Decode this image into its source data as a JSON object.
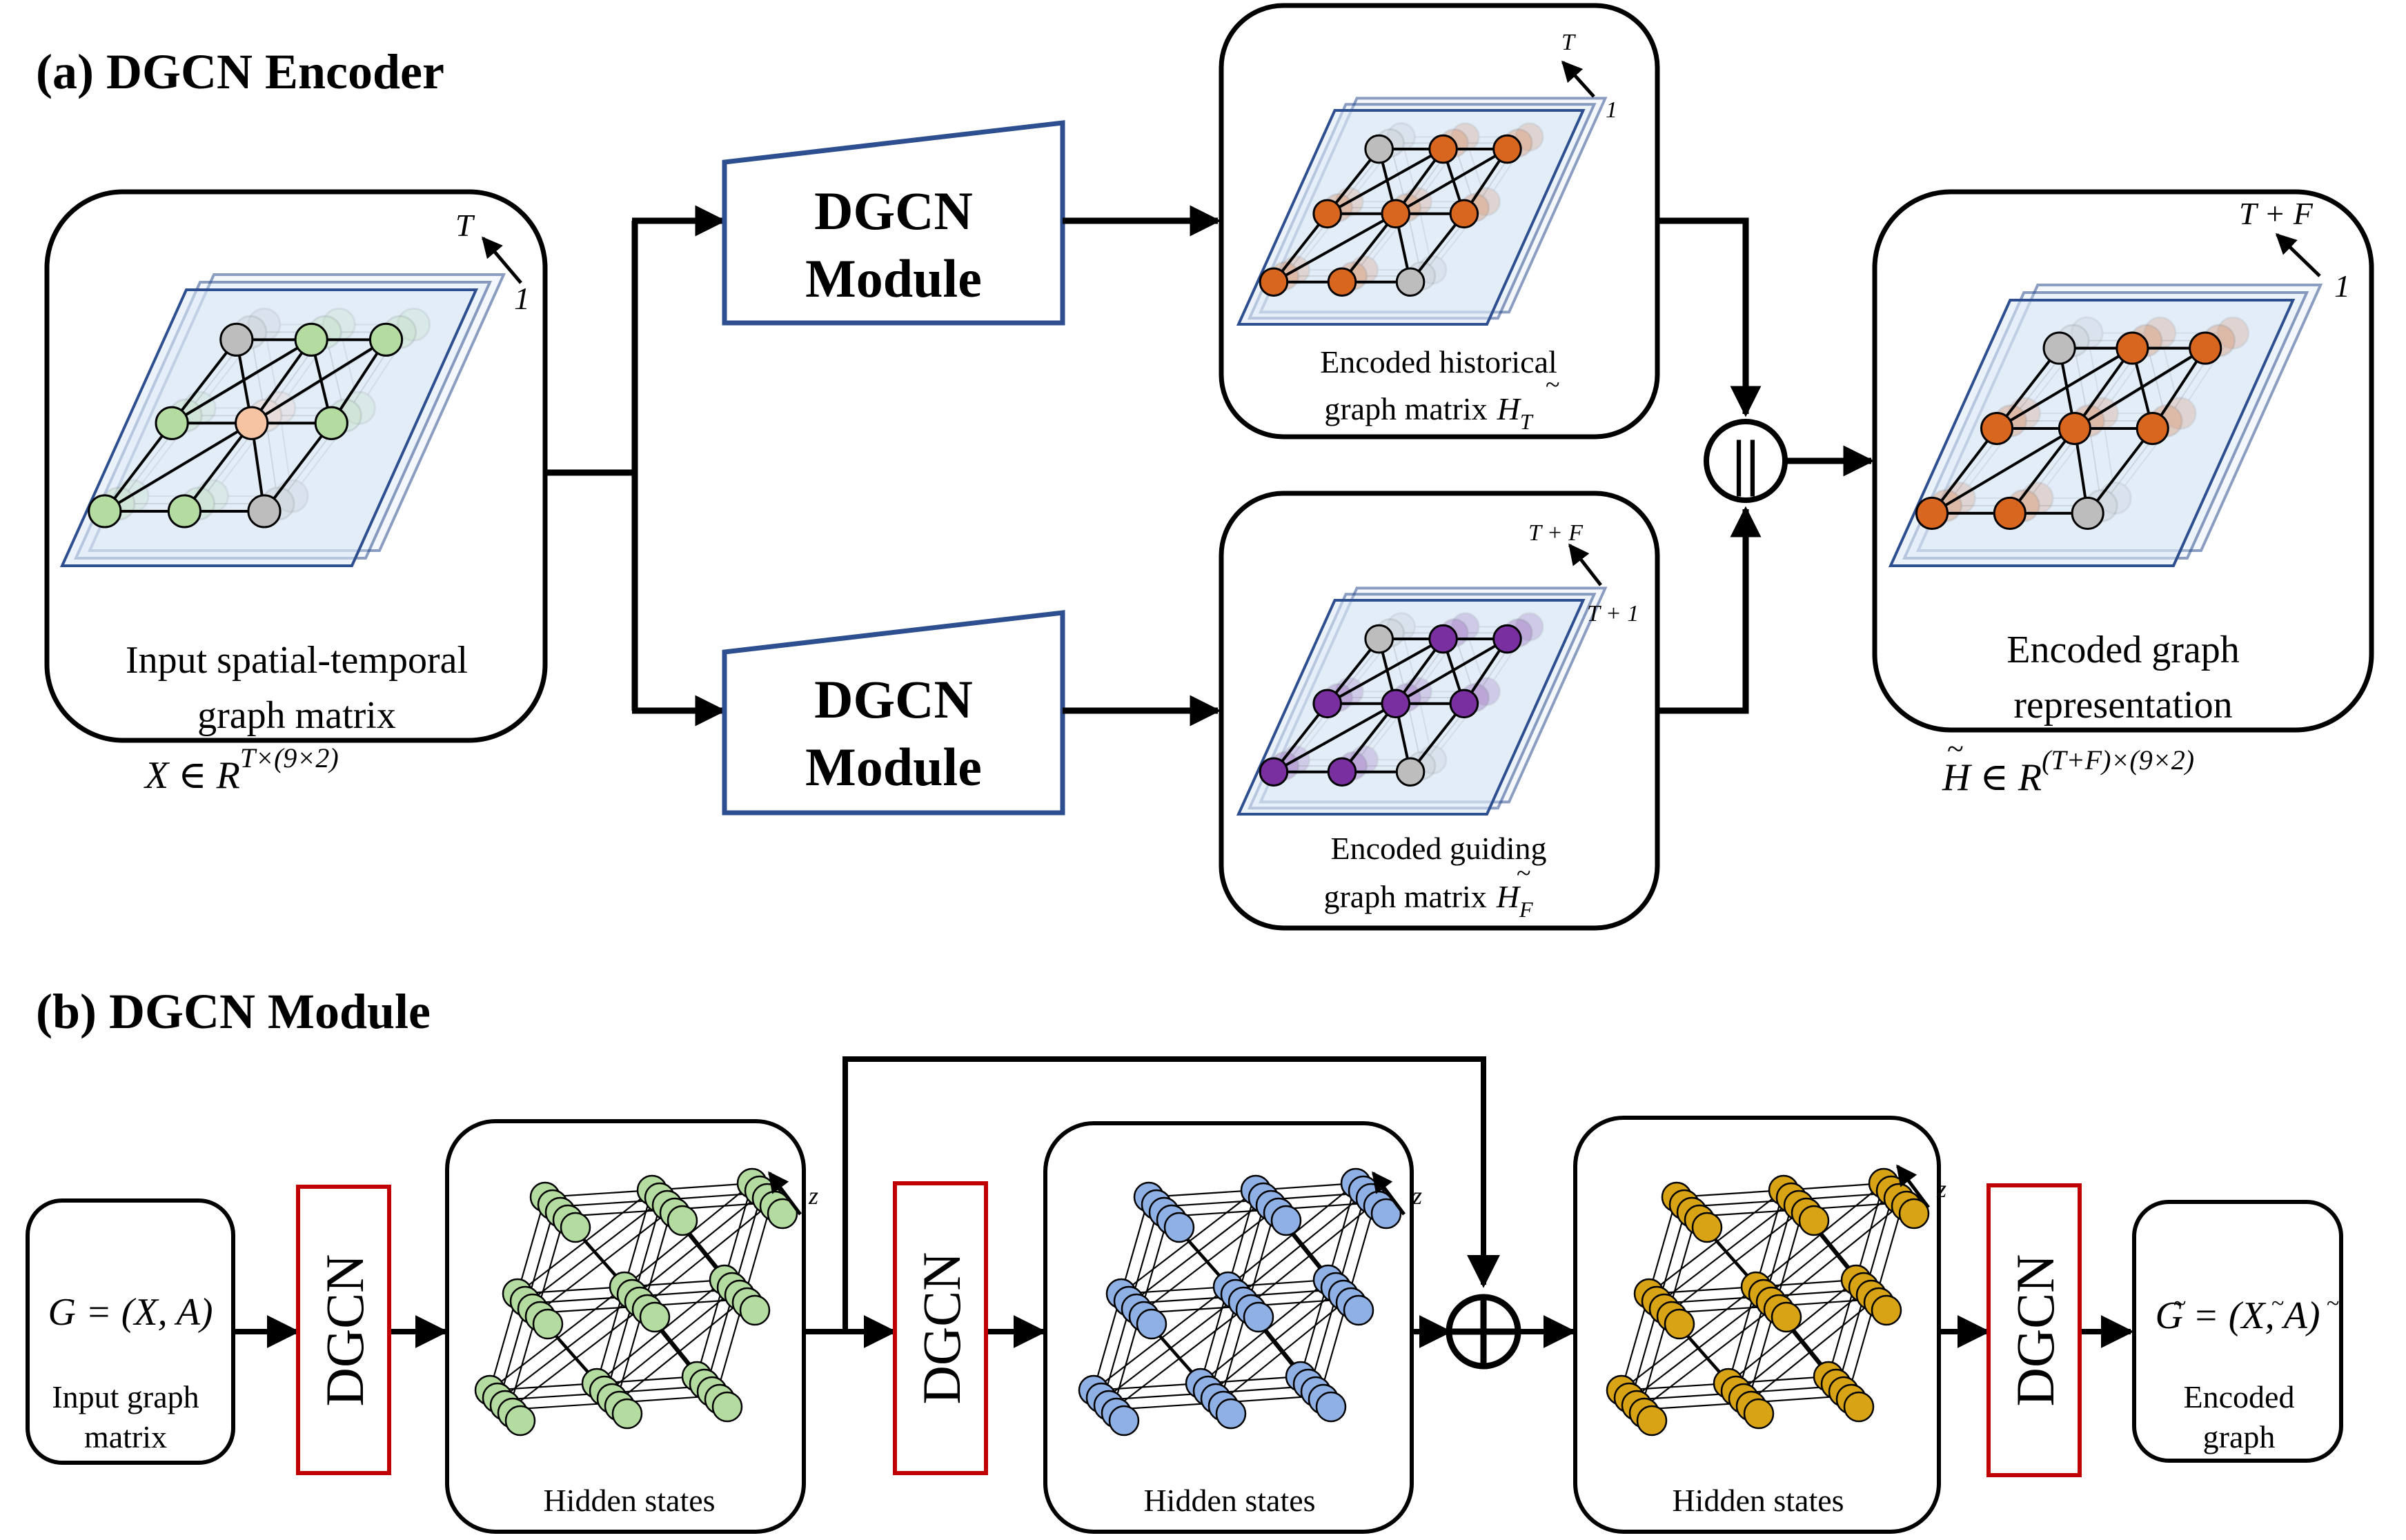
{
  "encoder": {
    "title": "(a) DGCN Encoder",
    "input": {
      "line1": "Input spatial-temporal",
      "line2": "graph matrix",
      "formula": "X ∈ R",
      "formula_sup": "T×(9×2)",
      "axis_top": "T",
      "axis_bottom": "1"
    },
    "module_top": {
      "line1": "DGCN",
      "line2": "Module"
    },
    "module_bottom": {
      "line1": "DGCN",
      "line2": "Module"
    },
    "historical": {
      "line1": "Encoded historical",
      "line2": "graph matrix",
      "sym": "H",
      "sub": "T",
      "axis_top": "T",
      "axis_bottom": "1"
    },
    "guiding": {
      "line1": "Encoded guiding",
      "line2": "graph matrix",
      "sym": "H",
      "sub": "F",
      "axis_top": "T + F",
      "axis_bottom": "T + 1"
    },
    "concat_symbol": "||",
    "output": {
      "line1": "Encoded graph",
      "line2": "representation",
      "formula": "H ∈ R",
      "formula_sup": "(T+F)×(9×2)",
      "axis_top": "T + F",
      "axis_bottom": "1"
    }
  },
  "module": {
    "title": "(b) DGCN Module",
    "input": {
      "formula": "G = (X, A)",
      "line1": "Input graph",
      "line2": "matrix"
    },
    "dgcn_label": "DGCN",
    "hidden_label": "Hidden states",
    "axis_label": "z",
    "output": {
      "formula": "G = (X, A)",
      "line1": "Encoded",
      "line2": "graph"
    }
  },
  "colors": {
    "green": "#b5dca0",
    "orange": "#d9661f",
    "purple": "#7a2fa0",
    "blue": "#8fb0e4",
    "gold": "#d8a416",
    "gray": "#bdbdbd",
    "peach": "#f6c3a3",
    "module_border": "#2e4f8f",
    "dgcn_border": "#c00000",
    "layer_fill": "#dbe7f5",
    "layer_stroke": "#2e4f8f"
  }
}
